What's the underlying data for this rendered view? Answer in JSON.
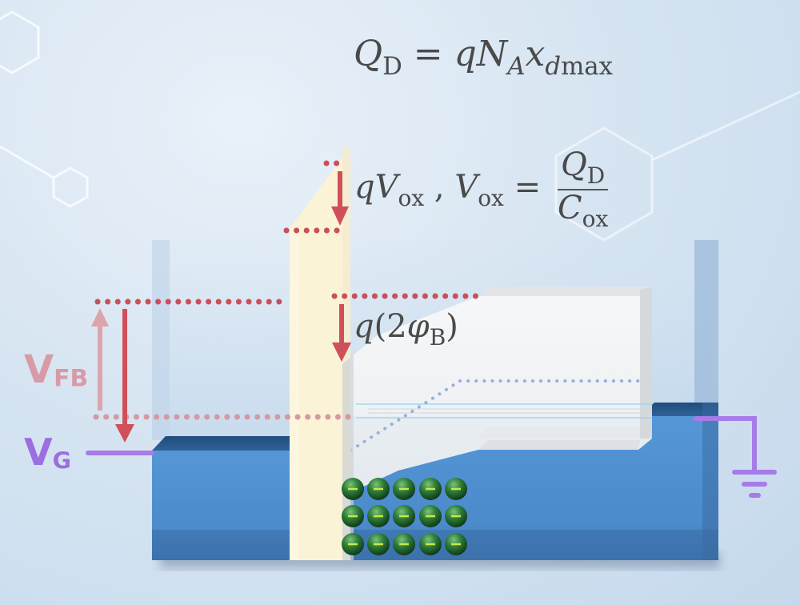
{
  "equations": {
    "depletion_charge": {
      "lhs": "Q",
      "lhs_sub": "D",
      "eq": " = ",
      "rhs_q": "q",
      "rhs_N": "N",
      "rhs_N_sub": "A",
      "rhs_x": "x",
      "rhs_x_sub_d": "d",
      "rhs_x_sub_rest": "max"
    },
    "oxide_drop": {
      "q": "q",
      "V": "V",
      "V_sub": "ox",
      "sep": " , ",
      "V2": "V",
      "V2_sub": "ox",
      "eq": " = ",
      "num": "Q",
      "num_sub": "D",
      "den": "C",
      "den_sub": "ox"
    },
    "surface_potential": {
      "q": "q",
      "open": "(2",
      "phi": "φ",
      "phi_sub": "B",
      "close": ")"
    }
  },
  "labels": {
    "vfb": {
      "main": "V",
      "sub": "FB",
      "color": "#d89aa6"
    },
    "vg": {
      "main": "V",
      "sub": "G",
      "color": "#9b6fe0"
    }
  },
  "charges": {
    "symbol": "−",
    "rows": 3,
    "cols": 5,
    "color": "#2e7d32"
  },
  "colors": {
    "oxide": "#fbf3d6",
    "semiconductor_band": "#f1f3f5",
    "metal_blue": "#4f8fd0",
    "arrow_red": "#d0505a",
    "dots_red": "#c9505a",
    "dots_blue": "#9aaedb",
    "wire_purple": "#a77be8"
  }
}
